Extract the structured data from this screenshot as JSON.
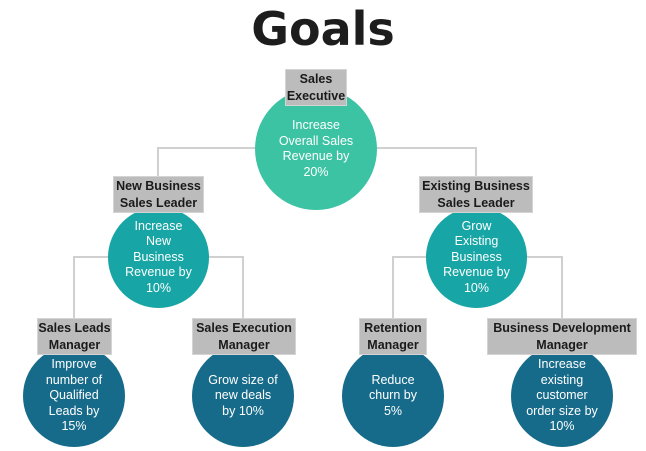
{
  "title": "Goals",
  "colors": {
    "level1": "#3cc3a3",
    "level2": "#17a5a5",
    "level3": "#176b8a",
    "label_bg": "#bcbcbc",
    "connector": "#d0d0d0"
  },
  "nodes": {
    "sales_executive": {
      "role": "Sales\nExecutive",
      "goal": "Increase\nOverall Sales\nRevenue by\n20%"
    },
    "new_business_leader": {
      "role": "New Business\nSales Leader",
      "goal": "Increase\nNew\nBusiness\nRevenue by\n10%"
    },
    "existing_business_leader": {
      "role": "Existing Business\nSales Leader",
      "goal": "Grow\nExisting\nBusiness\nRevenue by\n10%"
    },
    "sales_leads_manager": {
      "role": "Sales Leads\nManager",
      "goal": "Improve\nnumber of\nQualified\nLeads by\n15%"
    },
    "sales_execution_manager": {
      "role": "Sales Execution\nManager",
      "goal": "Grow size of\nnew deals\nby 10%"
    },
    "retention_manager": {
      "role": "Retention\nManager",
      "goal": "Reduce\nchurn by\n5%"
    },
    "business_development_manager": {
      "role": "Business Development\nManager",
      "goal": "Increase\nexisting\ncustomer\norder size by\n10%"
    }
  }
}
